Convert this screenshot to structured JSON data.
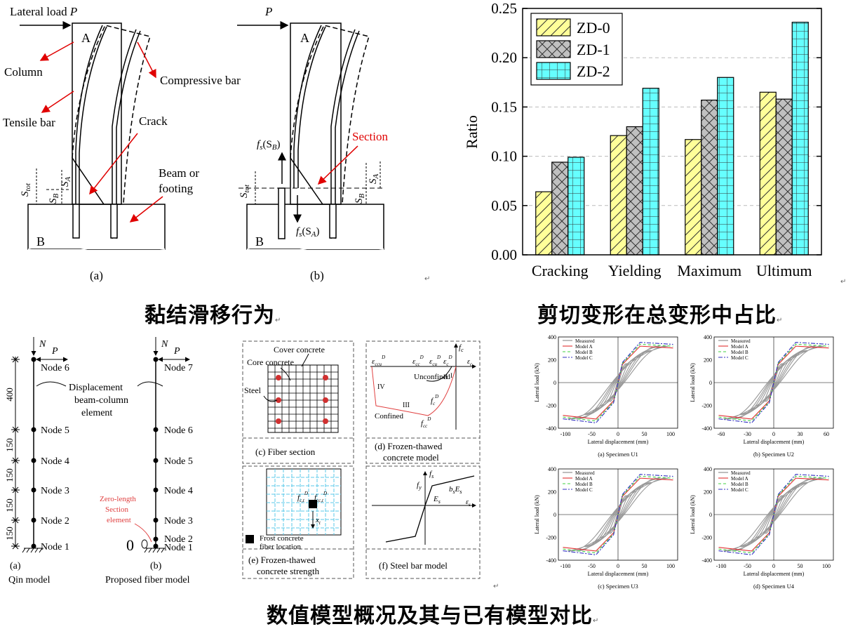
{
  "slip": {
    "a": {
      "load": "Lateral load",
      "load_sym": "P",
      "A": "A",
      "B": "B",
      "column": "Column",
      "compressive": "Compressive bar",
      "tensile": "Tensile bar",
      "crack": "Crack",
      "beam1": "Beam or",
      "beam2": "footing",
      "stot": "S",
      "stot_sub": "tot",
      "sb": "S",
      "sb_sub": "B",
      "sa": "S",
      "sa_sub": "A",
      "label": "(a)"
    },
    "b": {
      "P": "P",
      "A": "A",
      "B": "B",
      "section": "Section",
      "fsb": "f",
      "fsb_sub": "s",
      "fsb_arg": "(S",
      "fsb_arg_sub": "B",
      "fsb_close": ")",
      "fsa": "f",
      "fsa_sub": "s",
      "fsa_arg": "(S",
      "fsa_arg_sub": "A",
      "fsa_close": ")",
      "stot": "S",
      "stot_sub": "tot",
      "sb": "S",
      "sb_sub": "B",
      "sa": "S",
      "sa_sub": "A",
      "label": "(b)"
    }
  },
  "captions": {
    "slip": "黏结滑移行为",
    "shear": "剪切变形在总变形中占比",
    "models": "数值模型概况及其与已有模型对比"
  },
  "return_mark": "↵",
  "chart_data": {
    "type": "bar",
    "categories": [
      "Cracking",
      "Yielding",
      "Maximum",
      "Ultimum"
    ],
    "series": [
      {
        "name": "ZD-0",
        "values": [
          0.064,
          0.121,
          0.117,
          0.165
        ]
      },
      {
        "name": "ZD-1",
        "values": [
          0.094,
          0.13,
          0.157,
          0.158
        ]
      },
      {
        "name": "ZD-2",
        "values": [
          0.099,
          0.169,
          0.18,
          0.236
        ]
      }
    ],
    "ylabel": "Ratio",
    "ylim": [
      0,
      0.25
    ],
    "yticks": [
      "0.00",
      "0.05",
      "0.10",
      "0.15",
      "0.20",
      "0.25"
    ],
    "grid": true,
    "legend": "top-left",
    "colors": {
      "ZD-0": "#ffff99",
      "ZD-1": "#c0c0c0",
      "ZD-2": "#66ffff"
    }
  },
  "models": {
    "qin": {
      "N": "N",
      "P": "P",
      "nodes": [
        "Node 6",
        "Node 5",
        "Node 4",
        "Node 3",
        "Node 2",
        "Node 1"
      ],
      "dims": [
        "400",
        "150",
        "150",
        "150",
        "150"
      ],
      "element": [
        "Displacement",
        "beam-column",
        "element"
      ],
      "label": "(a)",
      "name": "Qin model"
    },
    "fiber": {
      "N": "N",
      "P": "P",
      "nodes": [
        "Node 7",
        "Node 6",
        "Node 5",
        "Node 4",
        "Node 3",
        "Node 2",
        "Node 1"
      ],
      "zero": [
        "Zero-length",
        "Section",
        "element"
      ],
      "zero_mark": "0",
      "label": "(b)",
      "name": "Proposed fiber model"
    }
  },
  "fiber_panels": {
    "c": {
      "cover": "Cover concrete",
      "core": "Core concrete",
      "steel": "Steel",
      "caption": "(c) Fiber section"
    },
    "d": {
      "fc": "f",
      "fc_sub": "c",
      "eps": "ε",
      "e_ccu": "ccu",
      "e_cc": "cc",
      "e_cu": "cu",
      "e_c0": "c",
      "e_ax": "c",
      "sup": "D",
      "unconfined": "Unconfined",
      "confined": "Confined",
      "I": "I",
      "II": "II",
      "III": "III",
      "IV": "IV",
      "fcD": "f",
      "fcD_sub": "c",
      "fccD": "f",
      "fccD_sub": "cc",
      "caption1": "(d) Frozen-thawed",
      "caption2": "concrete model"
    },
    "e": {
      "fct": "f",
      "fct_sub": "c,t",
      "fcca": "f",
      "fcca_sub": "cc,t",
      "sup": "D",
      "x": "x",
      "x_sub": "t",
      "frost1": "Frost concrete",
      "frost2": "fiber location",
      "caption1": "(e) Frozen-thawed",
      "caption2": "concrete strength"
    },
    "f": {
      "fs": "f",
      "fs_sub": "s",
      "fy": "f",
      "fy_sub": "y",
      "Es": "E",
      "Es_sub": "s",
      "bEs": "b",
      "bEs_sub": "s",
      "bEs2": "E",
      "bEs2_sub": "s",
      "eps": "ε",
      "eps_sub": "s",
      "caption": "(f) Steel bar model"
    }
  },
  "hysteresis": [
    {
      "caption": "(a)  Specimen U1",
      "ylabel": "Lateral load (kN)",
      "xlabel": "Lateral displacement (mm)",
      "yticks": [
        "400",
        "200",
        "0",
        "-200",
        "-400"
      ],
      "xticks": [
        "-100",
        "-50",
        "0",
        "50",
        "100"
      ],
      "legend": [
        "Measured",
        "Model A",
        "Model B",
        "Model C"
      ]
    },
    {
      "caption": "(b)  Specimen U2",
      "ylabel": "Lateral load (kN)",
      "xlabel": "Lateral displacement (mm)",
      "yticks": [
        "400",
        "200",
        "0",
        "-200",
        "-400"
      ],
      "xticks": [
        "-60",
        "-30",
        "0",
        "30",
        "60"
      ],
      "legend": [
        "Measured",
        "Model A",
        "Model B",
        "Model C"
      ]
    },
    {
      "caption": "(c)  Specimen U3",
      "ylabel": "Lateral load (kN)",
      "xlabel": "Lateral displacement (mm)",
      "yticks": [
        "400",
        "200",
        "0",
        "-200",
        "-400"
      ],
      "xticks": [
        "-100",
        "-50",
        "0",
        "50",
        "100"
      ],
      "legend": [
        "Measured",
        "Model A",
        "Model B",
        "Model C"
      ]
    },
    {
      "caption": "(d)  Specimen U4",
      "ylabel": "Lateral load (kN)",
      "xlabel": "Lateral displacement (mm)",
      "yticks": [
        "400",
        "200",
        "0",
        "-200",
        "-400"
      ],
      "xticks": [
        "-100",
        "-50",
        "0",
        "50",
        "100"
      ],
      "legend": [
        "Measured",
        "Model A",
        "Model B",
        "Model C"
      ]
    }
  ]
}
